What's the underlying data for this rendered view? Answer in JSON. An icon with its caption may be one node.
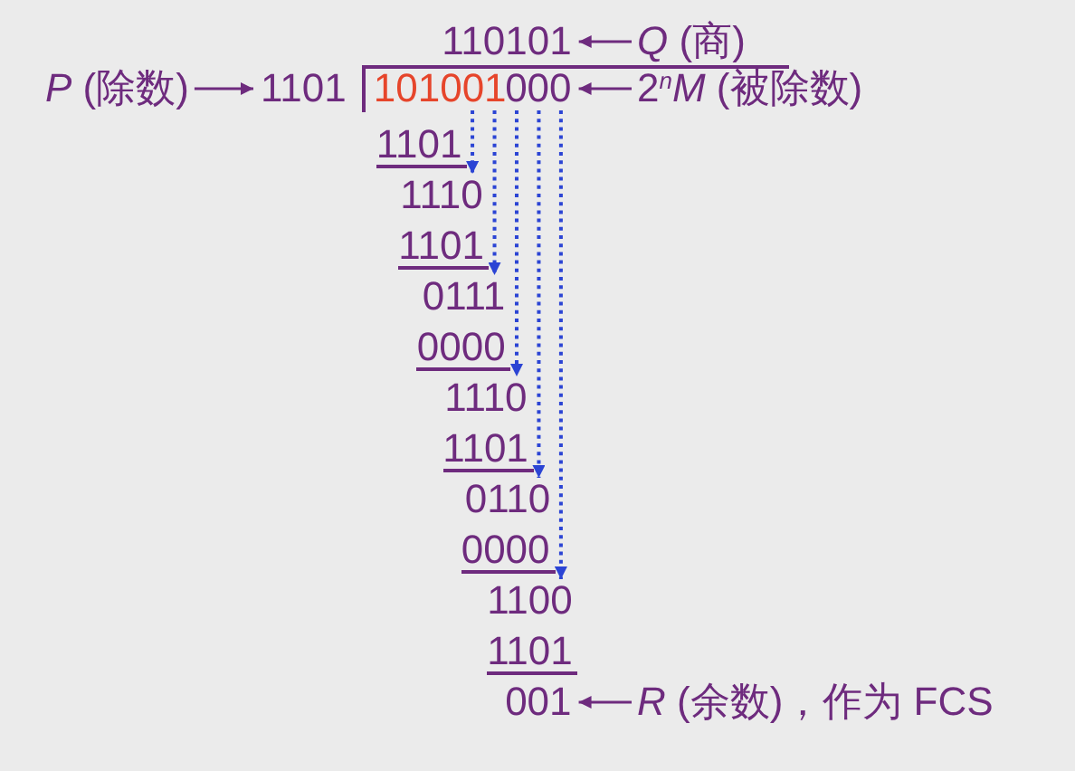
{
  "diagram": {
    "nodes": [
      {
        "text": [
          "110101"
        ]
      },
      {
        "text": [
          "*Q* (商)"
        ]
      },
      {
        "text": [
          "*P* (除数)"
        ]
      },
      {
        "text": [
          "1101"
        ]
      },
      {
        "text": [
          "101001"
        ]
      },
      {
        "text": [
          "000"
        ]
      },
      {
        "text": [
          "2$^{n}$*M* (被除数)"
        ]
      },
      {
        "text": [
          "1101"
        ]
      },
      {
        "text": [
          "1110"
        ]
      },
      {
        "text": [
          "1101"
        ]
      },
      {
        "text": [
          "0111"
        ]
      },
      {
        "text": [
          "0000"
        ]
      },
      {
        "text": [
          "1110"
        ]
      },
      {
        "text": [
          "1101"
        ]
      },
      {
        "text": [
          "0110"
        ]
      },
      {
        "text": [
          "0000"
        ]
      },
      {
        "text": [
          "1100"
        ]
      },
      {
        "text": [
          "1101"
        ]
      },
      {
        "text": [
          "001"
        ]
      },
      {
        "text": [
          "*R* (余数)，作为 FCS"
        ]
      }
    ],
    "edges": [
      {
        "from": 1,
        "to": 0,
        "arrow": "to"
      },
      {
        "from": 2,
        "to": 3,
        "arrow": "to"
      },
      {
        "from": 6,
        "to": 5,
        "arrow": "to"
      },
      {
        "from": 4,
        "to": 8,
        "arrow": "to",
        "style": "dashed",
        "color": "#2b44d4"
      },
      {
        "from": 4,
        "to": 10,
        "arrow": "to",
        "style": "dashed",
        "color": "#2b44d4"
      },
      {
        "from": 5,
        "to": 12,
        "arrow": "to",
        "style": "dashed",
        "color": "#2b44d4"
      },
      {
        "from": 5,
        "to": 14,
        "arrow": "to",
        "style": "dashed",
        "color": "#2b44d4"
      },
      {
        "from": 5,
        "to": 16,
        "arrow": "to",
        "style": "dashed",
        "color": "#2b44d4"
      },
      {
        "from": 19,
        "to": 18,
        "arrow": "to"
      }
    ]
  }
}
